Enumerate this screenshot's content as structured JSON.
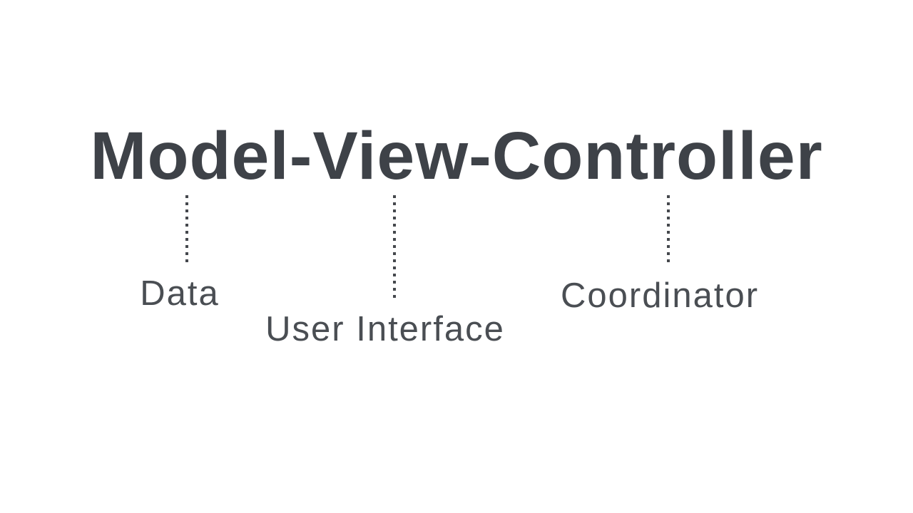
{
  "diagram": {
    "title": "Model-View-Controller",
    "annotations": [
      {
        "term": "Model",
        "label": "Data"
      },
      {
        "term": "View",
        "label": "User Interface"
      },
      {
        "term": "Controller",
        "label": "Coordinator"
      }
    ],
    "colors": {
      "title_text": "#3e4248",
      "label_text": "#4a4e53",
      "connector_dots": "#45484d",
      "background": "#ffffff"
    }
  }
}
